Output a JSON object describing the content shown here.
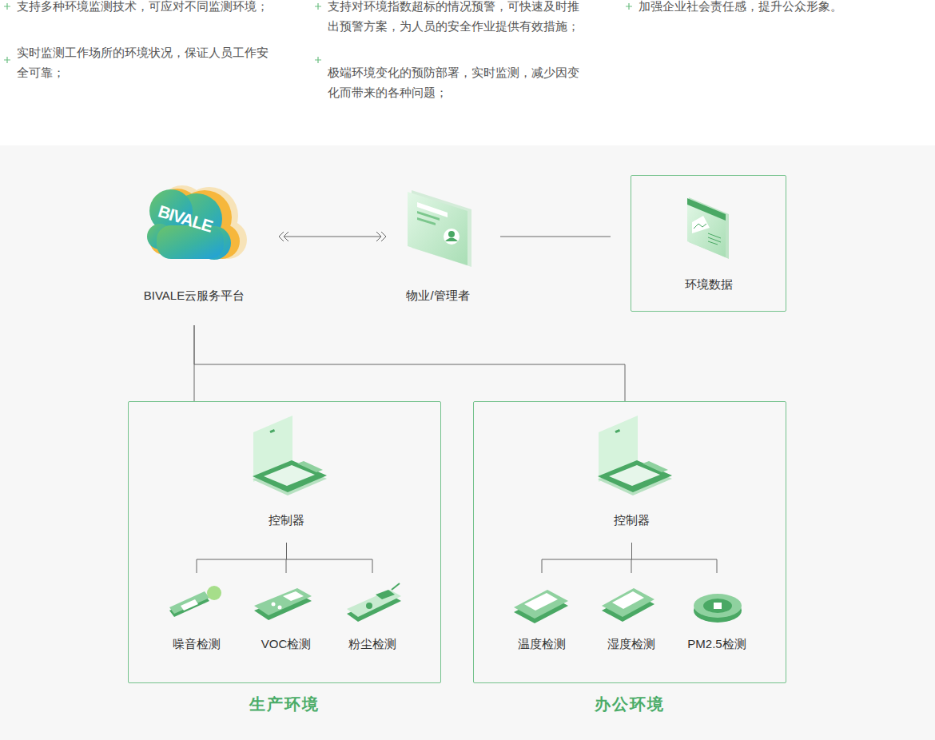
{
  "diagram": {
    "nodes": [
      {
        "text": [
          "BIVALE云服务平台"
        ]
      },
      {
        "text": [
          "物业/管理者"
        ]
      },
      {
        "text": [
          "环境数据"
        ]
      },
      {
        "text": [
          "生产环境"
        ]
      },
      {
        "text": [
          "控制器"
        ],
        "in": 3
      },
      {
        "text": [
          "噪音检测"
        ],
        "in": 3
      },
      {
        "text": [
          "VOC检测"
        ],
        "in": 3
      },
      {
        "text": [
          "粉尘检测"
        ],
        "in": 3
      },
      {
        "text": [
          "办公环境"
        ]
      },
      {
        "text": [
          "控制器"
        ],
        "in": 8
      },
      {
        "text": [
          "温度检测"
        ],
        "in": 8
      },
      {
        "text": [
          "湿度检测"
        ],
        "in": 8
      },
      {
        "text": [
          "PM2.5检测"
        ],
        "in": 8
      }
    ],
    "edges": [
      {
        "from": 0,
        "to": 1,
        "arrow": "both"
      },
      {
        "from": 1,
        "to": 2,
        "arrow": "none"
      },
      {
        "from": 0,
        "to": 3,
        "arrow": "none"
      },
      {
        "from": 0,
        "to": 8,
        "arrow": "none"
      },
      {
        "from": 4,
        "to": 5,
        "arrow": "none"
      },
      {
        "from": 4,
        "to": 6,
        "arrow": "none"
      },
      {
        "from": 4,
        "to": 7,
        "arrow": "none"
      },
      {
        "from": 9,
        "to": 10,
        "arrow": "none"
      },
      {
        "from": 9,
        "to": 11,
        "arrow": "none"
      },
      {
        "from": 9,
        "to": 12,
        "arrow": "none"
      }
    ],
    "labels": [
      "支持多种环境监测技术，可应对不同监测环境；",
      "实时监测工作场所的环境状况，保证人员工作安全可靠；",
      "支持对环境指数超标的情况预警，可快速及时推出预警方案，为人员的安全作业提供有效措施；",
      "极端环境变化的预防部署，实时监测，减少因变化而带来的各种问题；",
      "加强企业社会责任感，提升公众形象。",
      "BIVALE"
    ]
  }
}
